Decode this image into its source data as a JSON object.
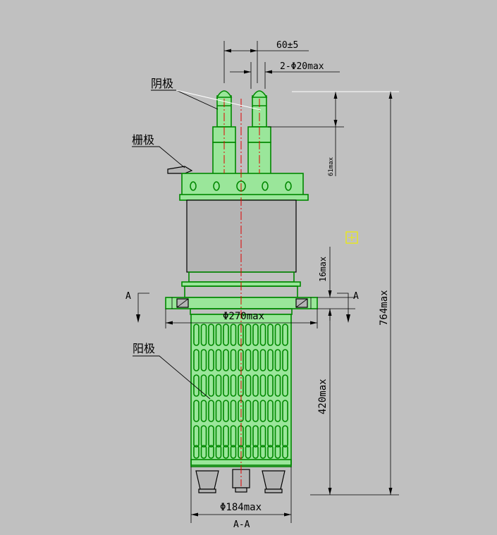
{
  "labels": {
    "cathode": "阴极",
    "grid": "栅极",
    "anode": "阳极"
  },
  "dimensions": {
    "pin_spacing": "60±5",
    "pin_diameter": "2-Φ20max",
    "pin_height": "61max",
    "flange_thickness": "16max",
    "total_height": "764max",
    "flange_diameter": "Φ270max",
    "anode_height": "420max",
    "anode_diameter": "Φ184max"
  },
  "section": {
    "mark_left": "A",
    "mark_right": "A",
    "caption": "A-A"
  },
  "colors": {
    "background": "#c0c0c0",
    "outline": "#008800",
    "fill": "#9ae69a",
    "centerline": "#e00000",
    "marker": "#f0f000"
  },
  "icons": {
    "snap_marker": "square-crosshair-icon"
  }
}
